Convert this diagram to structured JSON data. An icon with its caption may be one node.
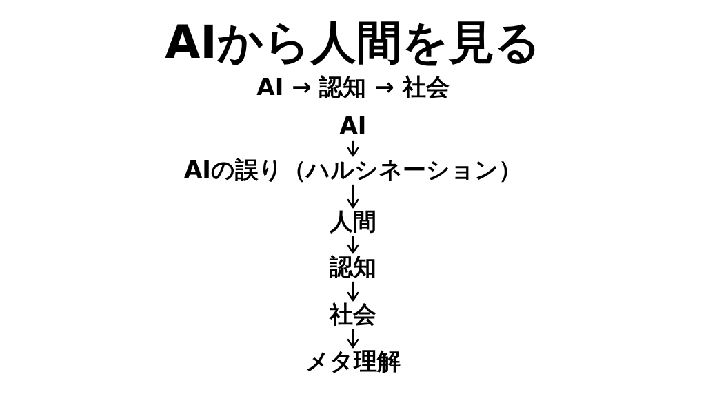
{
  "diagram": {
    "title": "AIから人間を見る",
    "nodes": [
      {
        "text": [
          "AI"
        ]
      },
      {
        "text": [
          "AIの誤り（ハルシネーション）"
        ]
      },
      {
        "text": [
          "人間"
        ]
      },
      {
        "text": [
          "認知"
        ]
      },
      {
        "text": [
          "社会"
        ]
      },
      {
        "text": [
          "メタ理解"
        ]
      }
    ],
    "edges": [
      {
        "from": 0,
        "to": 1,
        "arrow": "to"
      },
      {
        "from": 1,
        "to": 2,
        "arrow": "to"
      },
      {
        "from": 2,
        "to": 3,
        "arrow": "to"
      },
      {
        "from": 3,
        "to": 4,
        "arrow": "to"
      },
      {
        "from": 4,
        "to": 5,
        "arrow": "to"
      }
    ],
    "labels": [
      "AI → 認知 → 社会"
    ]
  }
}
